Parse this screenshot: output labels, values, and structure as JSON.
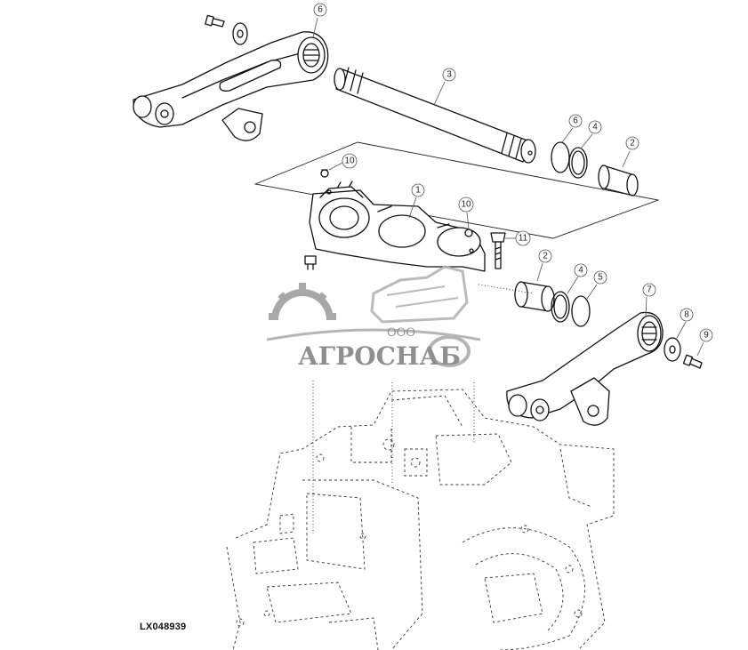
{
  "figure_code": "LX048939",
  "watermark": {
    "company_prefix": "ООО",
    "company_name": "АГРОСНАБ"
  },
  "callouts": [
    {
      "id": "c6a",
      "label": "6"
    },
    {
      "id": "c3",
      "label": "3"
    },
    {
      "id": "c6b",
      "label": "6"
    },
    {
      "id": "c4a",
      "label": "4"
    },
    {
      "id": "c2a",
      "label": "2"
    },
    {
      "id": "c10a",
      "label": "10"
    },
    {
      "id": "c1",
      "label": "1"
    },
    {
      "id": "c10b",
      "label": "10"
    },
    {
      "id": "c11",
      "label": "11"
    },
    {
      "id": "c2b",
      "label": "2"
    },
    {
      "id": "c4b",
      "label": "4"
    },
    {
      "id": "c5",
      "label": "5"
    },
    {
      "id": "c7",
      "label": "7"
    },
    {
      "id": "c8",
      "label": "8"
    },
    {
      "id": "c9",
      "label": "9"
    }
  ]
}
